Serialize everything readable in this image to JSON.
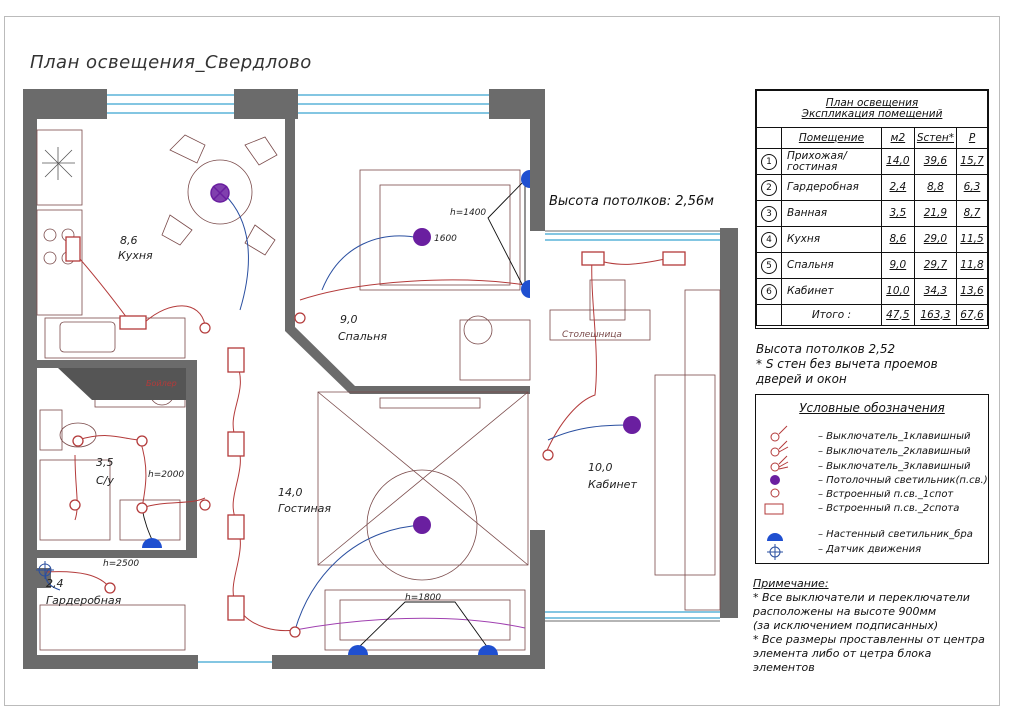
{
  "title": "План освещения_Свердлово",
  "ceiling_height_main": "Высота потолков: 2,56м",
  "rooms": [
    {
      "num": "8,6",
      "name": "Кухня"
    },
    {
      "num": "9,0",
      "name": "Спальня"
    },
    {
      "num": "3,5",
      "name": "С/у"
    },
    {
      "num": "14,0",
      "name": "Гостиная"
    },
    {
      "num": "10,0",
      "name": "Кабинет"
    },
    {
      "num": "2,4",
      "name": "Гардеробная"
    }
  ],
  "plan_labels": {
    "h1400": "h=1400",
    "h1600": "1600",
    "h2000": "h=2000",
    "h2500": "h=2500",
    "h1800": "h=1800",
    "boiler": "Бойлер",
    "countertop": "Столешница"
  },
  "explication": {
    "title1": "План освещения",
    "title2": "Экспликация помещений",
    "col_room": "Помещение",
    "col_m2": "м2",
    "col_s": "Sстен*",
    "col_p": "P",
    "rows": [
      {
        "n": "1",
        "name": "Прихожая/ гостиная",
        "m2": "14,0",
        "s": "39,6",
        "p": "15,7"
      },
      {
        "n": "2",
        "name": "Гардеробная",
        "m2": "2,4",
        "s": "8,8",
        "p": "6,3"
      },
      {
        "n": "3",
        "name": "Ванная",
        "m2": "3,5",
        "s": "21,9",
        "p": "8,7"
      },
      {
        "n": "4",
        "name": "Кухня",
        "m2": "8,6",
        "s": "29,0",
        "p": "11,5"
      },
      {
        "n": "5",
        "name": "Спальня",
        "m2": "9,0",
        "s": "29,7",
        "p": "11,8"
      },
      {
        "n": "6",
        "name": "Кабинет",
        "m2": "10,0",
        "s": "34,3",
        "p": "13,6"
      }
    ],
    "total_label": "Итого :",
    "total_m2": "47,5",
    "total_s": "163,3",
    "total_p": "67,6"
  },
  "ceiling_note": "Высота потолков 2,52",
  "walls_note": "* S стен без вычета проемов дверей и окон",
  "legend": {
    "title": "Условные обозначения",
    "items": [
      "– Выключатель_1клавишный",
      "– Выключатель_2клавишный",
      "– Выключатель_3клавишный",
      "– Потолочный светильник(п.св.)",
      "– Встроенный п.св._1спот",
      "– Встроенный п.св._2спота",
      "– Настенный светильник_бра",
      "– Датчик движения"
    ]
  },
  "notes": {
    "title": "Примечание:",
    "line1": "* Все выключатели и переключатели расположены на высоте 900мм",
    "line2": "(за исключением подписанных)",
    "line3": "* Все размеры проставленны от центра элемента либо от цетра блока элементов"
  },
  "colors": {
    "wall": "#6b6b6b",
    "wire_red": "#b33a3a",
    "wire_blue": "#2a4fa0",
    "wire_purple": "#a040b0",
    "lamp_purple": "#6a1fa0",
    "sconce_blue": "#1f4fd0",
    "window": "#5ab4d8"
  }
}
